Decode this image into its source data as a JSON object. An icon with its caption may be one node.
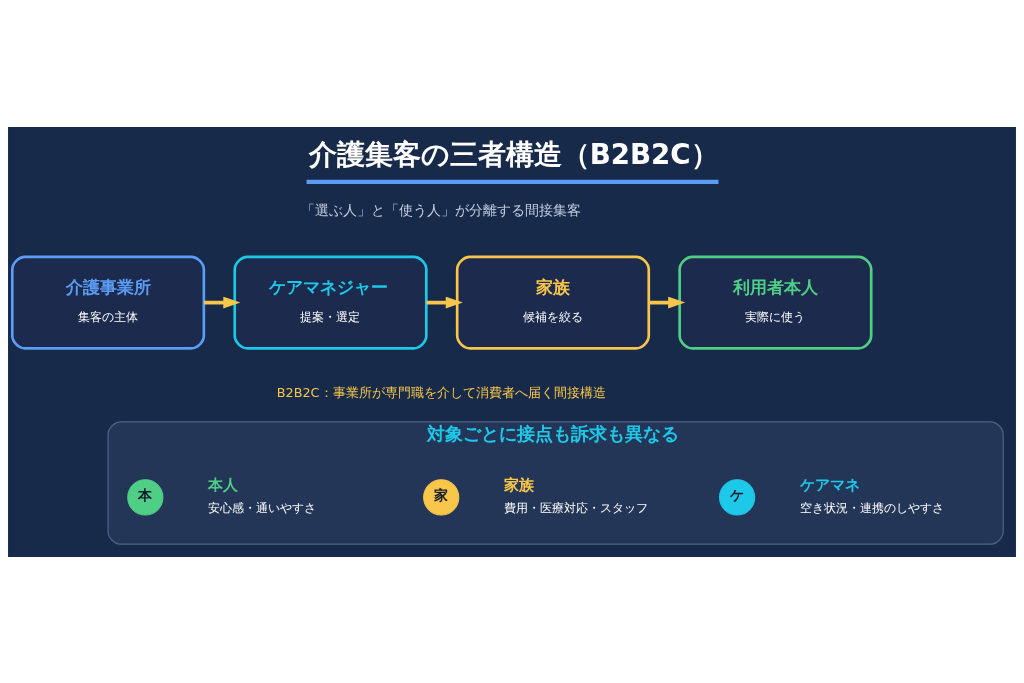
{
  "diagram": {
    "title": "介護集客の三者構造（B2B2C）",
    "nodes": [
      {
        "text": [
          "介護事業所",
          "集客の主体"
        ]
      },
      {
        "text": [
          "ケアマネジャー",
          "提案・選定"
        ]
      },
      {
        "text": [
          "家族",
          "候補を絞る"
        ]
      },
      {
        "text": [
          "利用者本人",
          "実際に使う"
        ]
      },
      {
        "text": [
          "対象ごとに接点も訴求も異なる"
        ]
      },
      {
        "text": [
          "本"
        ],
        "in": 4,
        "beside": [
          "本人",
          "安心感・通いやすさ"
        ]
      },
      {
        "text": [
          "家"
        ],
        "in": 4,
        "beside": [
          "家族",
          "費用・医療対応・スタッフ"
        ]
      },
      {
        "text": [
          "ケ"
        ],
        "in": 4,
        "beside": [
          "ケアマネ",
          "空き状況・連携のしやすさ"
        ]
      }
    ],
    "edges": [
      {
        "from": 0,
        "to": 1,
        "arrow": "to"
      },
      {
        "from": 1,
        "to": 2,
        "arrow": "to"
      },
      {
        "from": 2,
        "to": 3,
        "arrow": "to"
      }
    ],
    "labels": [
      "「選ぶ人」と「使う人」が分離する間接集客",
      "B2B2C：事業所が専門職を介して消費者へ届く間接構造"
    ]
  }
}
